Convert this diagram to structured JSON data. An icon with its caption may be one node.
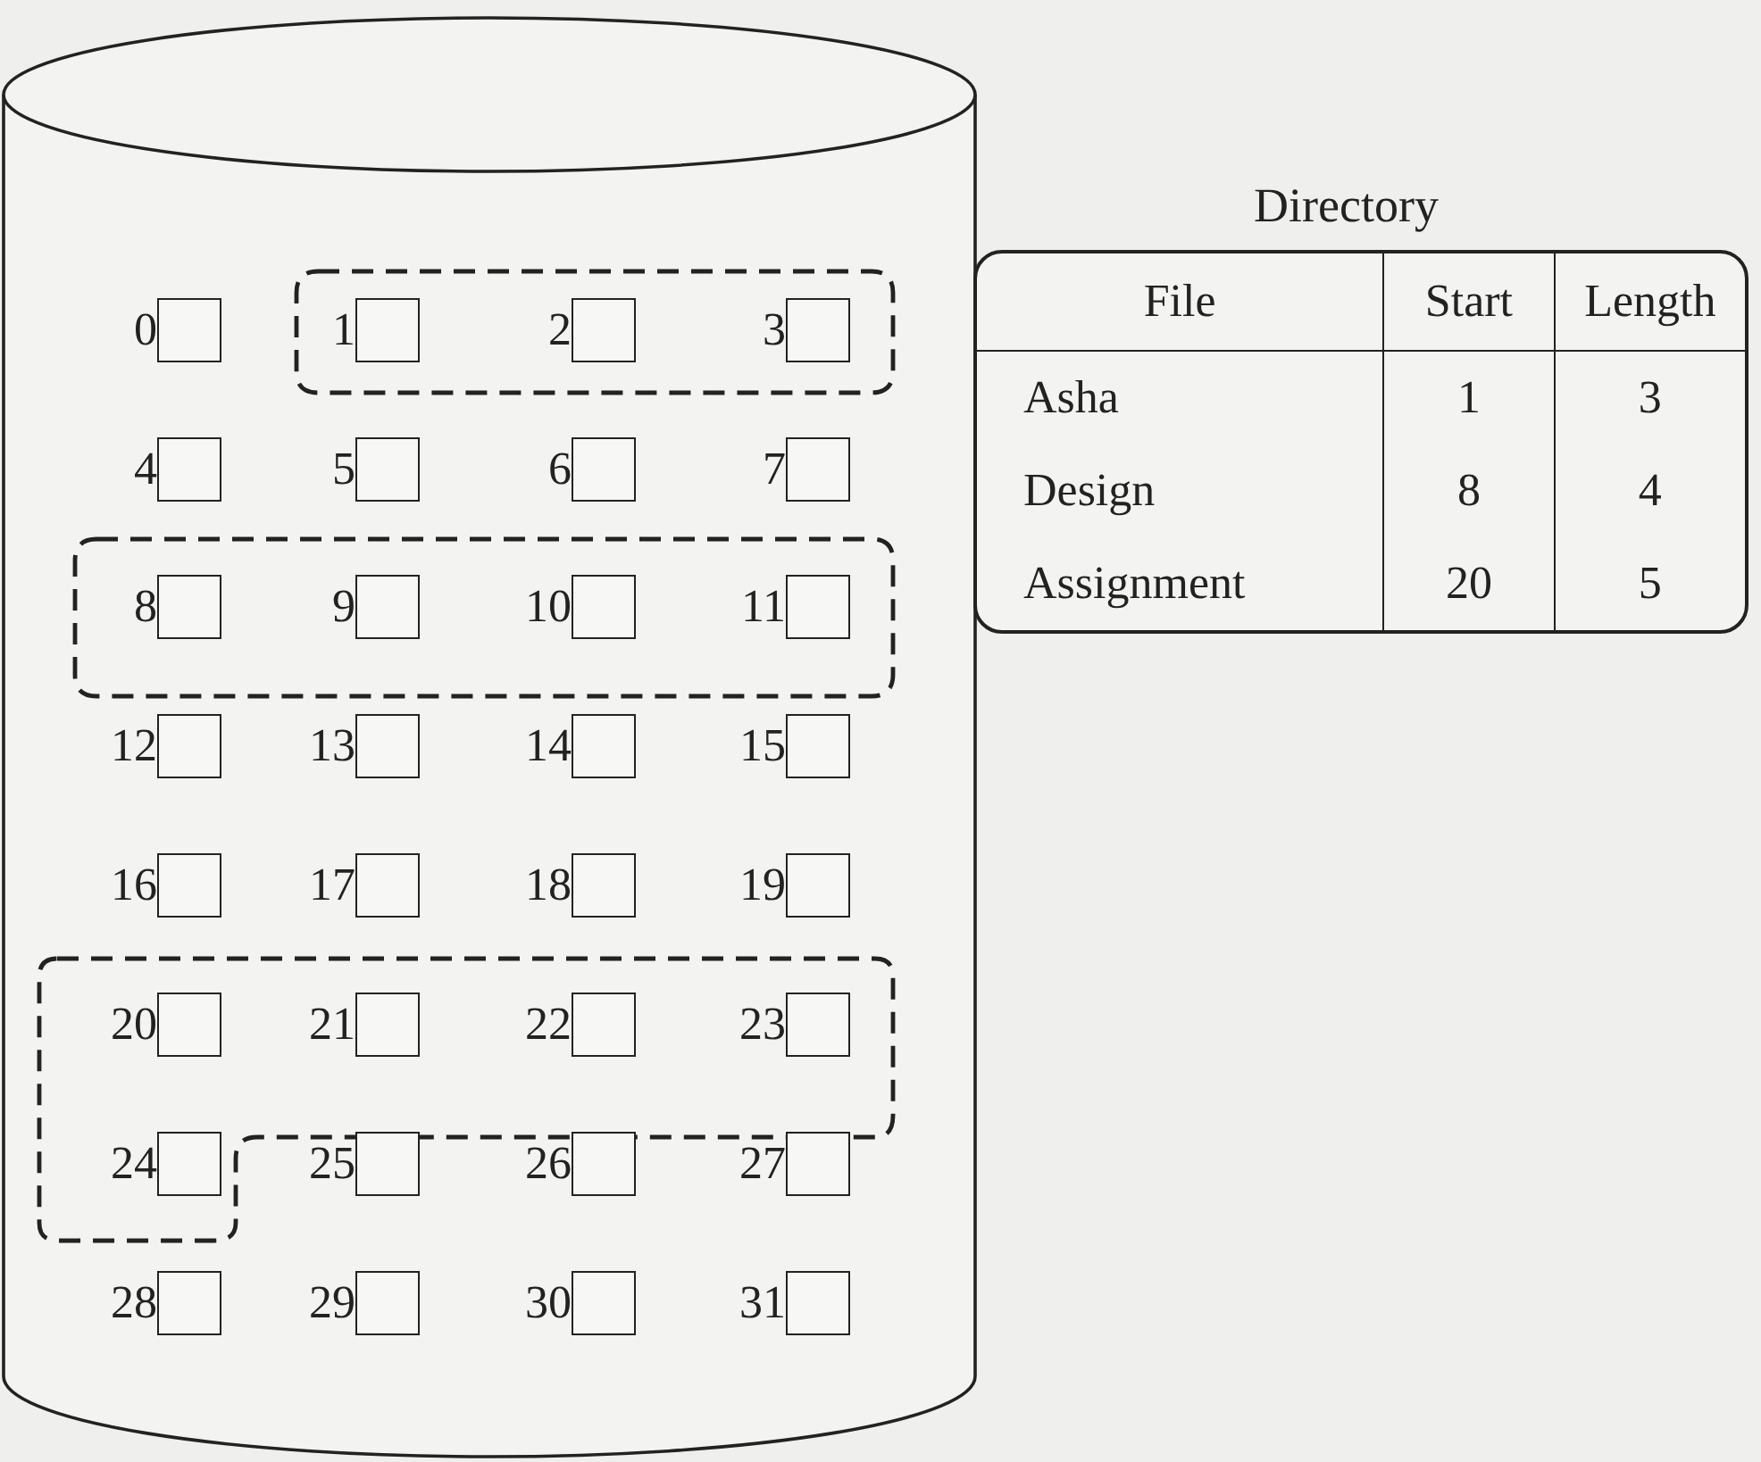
{
  "diagram": {
    "nodes": [
      {
        "text": [],
        "shape": "cylinder"
      },
      {
        "text": [],
        "shape": "box",
        "in": 0
      },
      {
        "text": [],
        "shape": "box",
        "in": 0
      },
      {
        "text": [],
        "shape": "box",
        "in": 0
      },
      {
        "text": [],
        "shape": "box",
        "beside": [
          "0"
        ],
        "in": 0
      },
      {
        "text": [],
        "shape": "box",
        "beside": [
          "1"
        ],
        "in": 1
      },
      {
        "text": [],
        "shape": "box",
        "beside": [
          "2"
        ],
        "in": 1
      },
      {
        "text": [],
        "shape": "box",
        "beside": [
          "3"
        ],
        "in": 1
      },
      {
        "text": [],
        "shape": "box",
        "beside": [
          "4"
        ],
        "in": 0
      },
      {
        "text": [],
        "shape": "box",
        "beside": [
          "5"
        ],
        "in": 0
      },
      {
        "text": [],
        "shape": "box",
        "beside": [
          "6"
        ],
        "in": 0
      },
      {
        "text": [],
        "shape": "box",
        "beside": [
          "7"
        ],
        "in": 0
      },
      {
        "text": [],
        "shape": "box",
        "beside": [
          "8"
        ],
        "in": 2
      },
      {
        "text": [],
        "shape": "box",
        "beside": [
          "9"
        ],
        "in": 2
      },
      {
        "text": [],
        "shape": "box",
        "beside": [
          "10"
        ],
        "in": 2
      },
      {
        "text": [],
        "shape": "box",
        "beside": [
          "11"
        ],
        "in": 2
      },
      {
        "text": [],
        "shape": "box",
        "beside": [
          "12"
        ],
        "in": 0
      },
      {
        "text": [],
        "shape": "box",
        "beside": [
          "13"
        ],
        "in": 0
      },
      {
        "text": [],
        "shape": "box",
        "beside": [
          "14"
        ],
        "in": 0
      },
      {
        "text": [],
        "shape": "box",
        "beside": [
          "15"
        ],
        "in": 0
      },
      {
        "text": [],
        "shape": "box",
        "beside": [
          "16"
        ],
        "in": 0
      },
      {
        "text": [],
        "shape": "box",
        "beside": [
          "17"
        ],
        "in": 0
      },
      {
        "text": [],
        "shape": "box",
        "beside": [
          "18"
        ],
        "in": 0
      },
      {
        "text": [],
        "shape": "box",
        "beside": [
          "19"
        ],
        "in": 0
      },
      {
        "text": [],
        "shape": "box",
        "beside": [
          "20"
        ],
        "in": 3
      },
      {
        "text": [],
        "shape": "box",
        "beside": [
          "21"
        ],
        "in": 3
      },
      {
        "text": [],
        "shape": "box",
        "beside": [
          "22"
        ],
        "in": 3
      },
      {
        "text": [],
        "shape": "box",
        "beside": [
          "23"
        ],
        "in": 3
      },
      {
        "text": [],
        "shape": "box",
        "beside": [
          "24"
        ],
        "in": 3
      },
      {
        "text": [],
        "shape": "box",
        "beside": [
          "25"
        ],
        "in": 0
      },
      {
        "text": [],
        "shape": "box",
        "beside": [
          "26"
        ],
        "in": 0
      },
      {
        "text": [],
        "shape": "box",
        "beside": [
          "27"
        ],
        "in": 0
      },
      {
        "text": [],
        "shape": "box",
        "beside": [
          "28"
        ],
        "in": 0
      },
      {
        "text": [],
        "shape": "box",
        "beside": [
          "29"
        ],
        "in": 0
      },
      {
        "text": [],
        "shape": "box",
        "beside": [
          "30"
        ],
        "in": 0
      },
      {
        "text": [],
        "shape": "box",
        "beside": [
          "31"
        ],
        "in": 0
      }
    ],
    "edges": [],
    "labels": [
      "Directory",
      "File",
      "Start",
      "Length",
      "Asha",
      "1",
      "3",
      "Design",
      "8",
      "4",
      "Assignment",
      "20",
      "5"
    ]
  }
}
